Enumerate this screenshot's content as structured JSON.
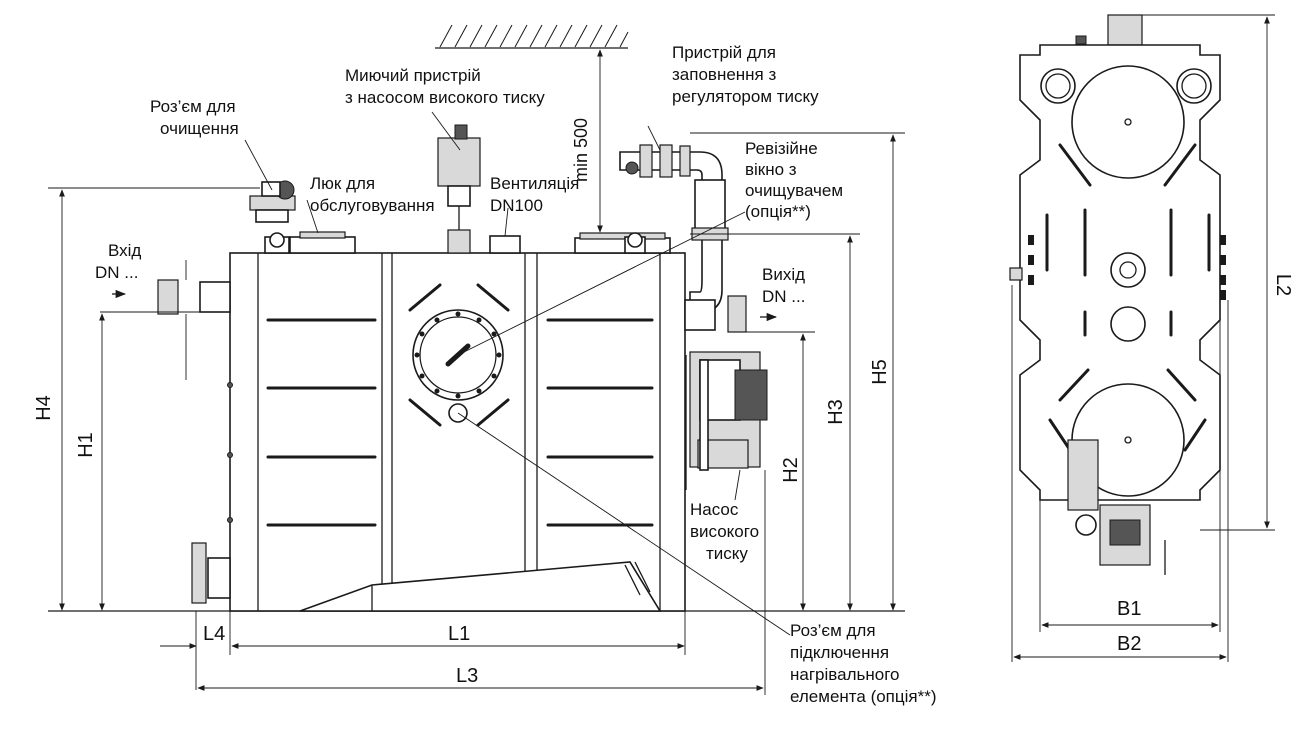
{
  "labels": {
    "inlet_line1": "Вхід",
    "inlet_line2": "DN ...",
    "outlet_line1": "Вихід",
    "outlet_line2": "DN ...",
    "cleaning_connector_line1": "Роз’єм для",
    "cleaning_connector_line2": "очищення",
    "service_hatch_line1": "Люк для",
    "service_hatch_line2": "обслуговування",
    "washer_line1": "Миючий пристрій",
    "washer_line2": "з насосом високого тиску",
    "ventilation_line1": "Вентиляція",
    "ventilation_line2": "DN100",
    "filling_device_line1": "Пристрій для",
    "filling_device_line2": "заповнення з",
    "filling_device_line3": "регулятором тиску",
    "inspection_window_line1": "Ревізійне",
    "inspection_window_line2": "вікно з",
    "inspection_window_line3": "очищувачем",
    "inspection_window_line4": "(опція**)",
    "hp_pump_line1": "Насос",
    "hp_pump_line2": "високого",
    "hp_pump_line3": "тиску",
    "heater_connector_line1": "Роз’єм для",
    "heater_connector_line2": "підключення",
    "heater_connector_line3": "нагрівального",
    "heater_connector_line4": "елемента (опція**)"
  },
  "dimensions": {
    "min_clearance": "min 500",
    "H1": "H1",
    "H2": "H2",
    "H3": "H3",
    "H4": "H4",
    "H5": "H5",
    "L1": "L1",
    "L2": "L2",
    "L3": "L3",
    "L4": "L4",
    "B1": "B1",
    "B2": "B2"
  }
}
